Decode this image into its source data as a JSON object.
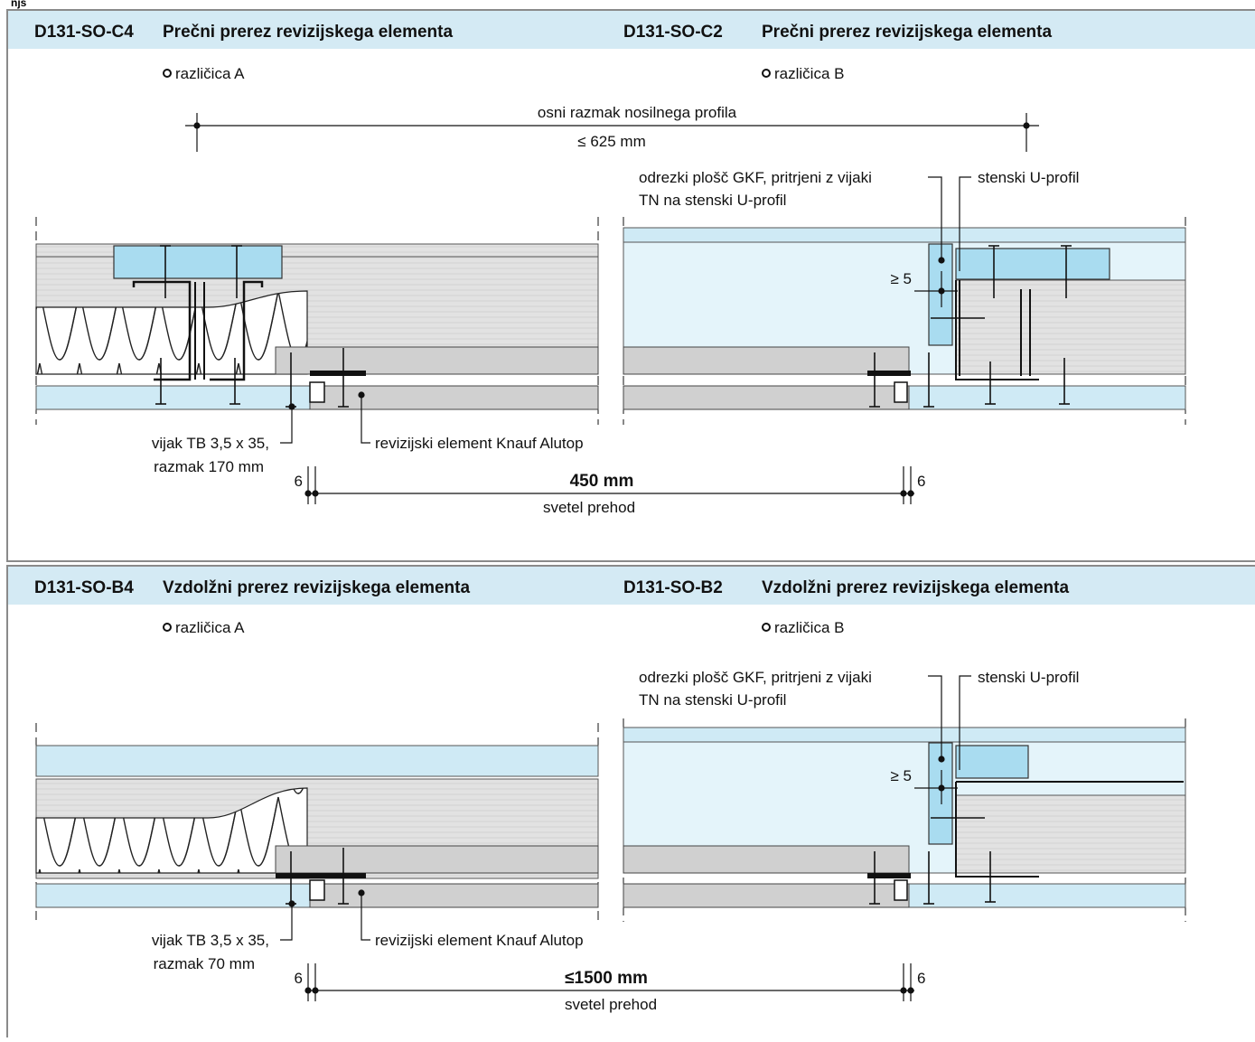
{
  "top_strip_text": "njs",
  "panels": [
    {
      "code": "D131-SO-C4",
      "title": "Prečni prerez revizijskega elementa",
      "variant": "različica A",
      "screw_label_1": "vijak TB 3,5 x 35,",
      "screw_label_2": "razmak 170 mm",
      "element_label": "revizijski element Knauf Alutop"
    },
    {
      "code": "D131-SO-C2",
      "title": "Prečni prerez revizijskega elementa",
      "variant": "različica B",
      "board_note_1": "odrezki plošč GKF, pritrjeni z vijaki",
      "board_note_2": "TN na stenski U-profil",
      "profile_label": "stenski U-profil",
      "min_dim": "≥ 5"
    },
    {
      "code": "D131-SO-B4",
      "title": "Vzdolžni prerez revizijskega elementa",
      "variant": "različica A",
      "screw_label_1": "vijak TB 3,5 x 35,",
      "screw_label_2": "razmak 70 mm",
      "element_label": "revizijski element Knauf Alutop"
    },
    {
      "code": "D131-SO-B2",
      "title": "Vzdolžni prerez revizijskega elementa",
      "variant": "različica B",
      "board_note_1": "odrezki plošč GKF, pritrjeni z vijaki",
      "board_note_2": "TN na stenski U-profil",
      "profile_label": "stenski U-profil",
      "min_dim": "≥ 5"
    }
  ],
  "top_dimension": {
    "label": "osni razmak nosilnega profila",
    "value": "≤ 625 mm"
  },
  "clear_openings": [
    {
      "left_gap": "6",
      "right_gap": "6",
      "value": "450 mm",
      "label": "svetel prehod"
    },
    {
      "left_gap": "6",
      "right_gap": "6",
      "value": "≤1500 mm",
      "label": "svetel prehod"
    }
  ],
  "colors": {
    "header_bg": "#d4eaf4",
    "board_blue": "#cfeaf5",
    "profile_blue": "#a9dcf0",
    "board_grey": "#d6d6d6",
    "frame": "#8a8a8a"
  }
}
